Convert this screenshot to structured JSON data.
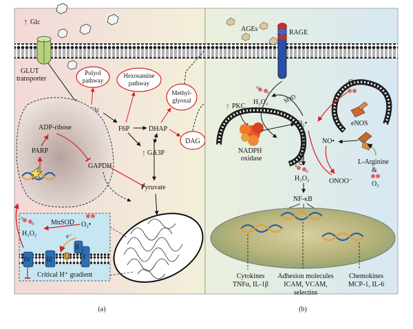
{
  "panel_a": {
    "caption": "(a)",
    "glc_top": "Glc",
    "glut_line1": "GLUT",
    "glut_line2": "transporter",
    "polyol_line1": "Polyol",
    "polyol_line2": "pathway",
    "hexosamine_line1": "Hexosamine",
    "hexosamine_line2": "pathway",
    "methylglyoxal_line1": "Methyl-",
    "methylglyoxal_line2": "glyoxal",
    "glc_mid": "Glc",
    "f6p": "F6P",
    "dhap": "DHAP",
    "dag": "DAG",
    "ga3p": "GA3P",
    "adp_ribose": "ADP-ribose",
    "parp": "PARP",
    "gapdh": "GAPDH",
    "pyruvate": "Pyruvate",
    "mnsod": "MnSOD",
    "o2_radical": "O₂•",
    "h2o2": "H₂O₂",
    "complex_iv": "IV",
    "complex_iii": "III",
    "complex_q": "Q",
    "complex_i": "I",
    "complex_ii": "II",
    "electron": "e⁻",
    "gradient": "Critical H⁺ gradient"
  },
  "panel_b": {
    "caption": "(b)",
    "ages": "AGEs",
    "rage": "RAGE",
    "pkc": "PKC",
    "h2o2_top": "H₂O₂",
    "sod_top": "SOD",
    "o2": "O₂",
    "o2_radical": "O₂•",
    "enos": "eNOS",
    "nadph_line1": "NADPH",
    "nadph_line2": "oxidase",
    "sod_mid": "SOD",
    "no": "NO•",
    "l_arginine": "L-Arginine",
    "amp": "&",
    "o2_bottom": "O₂",
    "h2o2_mid": "H₂O₂",
    "onoo": "ONOO⁻",
    "nfkb": "NF-κB",
    "cytokines_line1": "Cytokines",
    "cytokines_line2": "TNFα, IL-1β",
    "adhesion_line1": "Adhesion molecules",
    "adhesion_line2": "ICAM, VCAM,",
    "adhesion_line3": "selectins",
    "chemokines_line1": "Chemokines",
    "chemokines_line2": "MCP-1, IL-6"
  },
  "colors": {
    "panel_a_bg": "#f6eee2",
    "panel_b_bg": "#e9f1ea",
    "arrow_red": "#d22020",
    "membrane": "#2a2a2a",
    "nucleus_fill": "#c9b9b3",
    "mito_box": "#a9d6e8",
    "rage_blue": "#2a4fa8",
    "nucleus_b": "#a8a87a"
  }
}
